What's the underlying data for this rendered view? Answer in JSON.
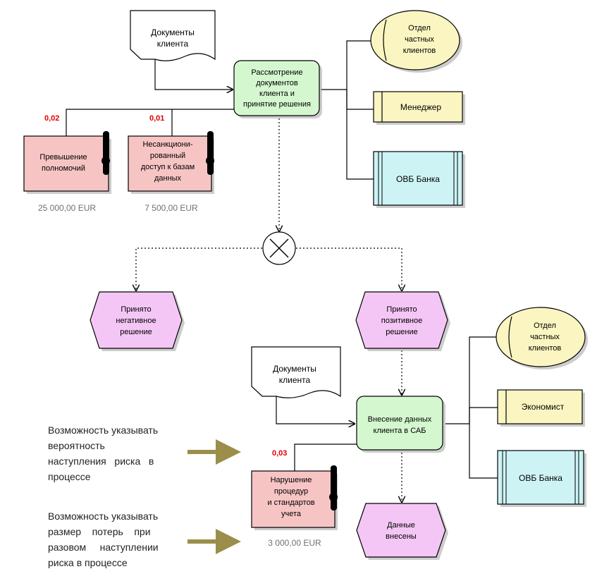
{
  "top": {
    "documents": [
      "Документы",
      "клиента"
    ],
    "function": [
      "Рассмотрение",
      "документов",
      "клиента и",
      "принятие решения"
    ],
    "org_unit": [
      "Отдел",
      "частных",
      "клиентов"
    ],
    "position": "Менеджер",
    "system": "ОВБ Банка",
    "risks": [
      {
        "probability": "0,02",
        "label": [
          "Превышение",
          "полномочий"
        ],
        "cost": "25 000,00 EUR"
      },
      {
        "probability": "0,01",
        "label": [
          "Несанкциони-",
          "рованный",
          "доступ к базам",
          "данных"
        ],
        "cost": "7 500,00 EUR"
      }
    ]
  },
  "events": {
    "negative": [
      "Принято",
      "негативное",
      "решение"
    ],
    "positive": [
      "Принято",
      "позитивное",
      "решение"
    ],
    "done": [
      "Данные",
      "внесены"
    ]
  },
  "bottom": {
    "documents": [
      "Документы",
      "клиента"
    ],
    "function": [
      "Внесение данных",
      "клиента в САБ"
    ],
    "org_unit": [
      "Отдел",
      "частных",
      "клиентов"
    ],
    "position": "Экономист",
    "system": "ОВБ Банка",
    "risk": {
      "probability": "0,03",
      "label": [
        "Нарушение",
        "процедур",
        "и стандартов",
        "учета"
      ],
      "cost": "3 000,00 EUR"
    }
  },
  "annotations": [
    {
      "lines": [
        "Возможность указывать",
        "вероятность",
        "наступления   риска   в",
        "процессе"
      ]
    },
    {
      "lines": [
        "Возможность указывать",
        "размер    потерь    при",
        "разовом     наступлении",
        "риска в процессе"
      ]
    }
  ],
  "colors": {
    "function": "#d4f7cf",
    "event": "#f4c6f5",
    "risk": "#f7c4c4",
    "org_unit": "#fbf5c1",
    "position": "#fbf5c1",
    "system": "#cdf3f5",
    "arrow": "#9b8e4a"
  }
}
